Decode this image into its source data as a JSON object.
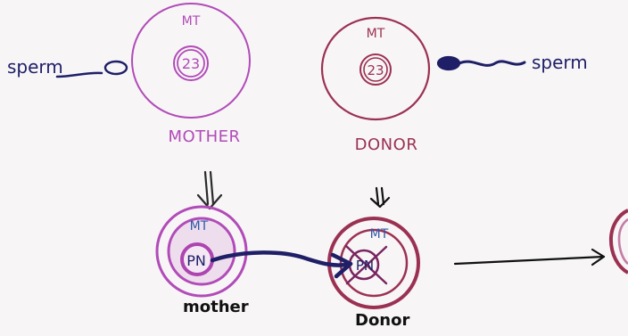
{
  "top_row": {
    "mother_egg": {
      "organelle_label": "MT",
      "nucleus_label": "23",
      "caption": "MOTHER"
    },
    "donor_egg": {
      "organelle_label": "MT",
      "nucleus_label": "23",
      "caption": "DONOR"
    },
    "left_sperm_label": "sperm",
    "right_sperm_label": "sperm"
  },
  "bottom_row": {
    "mother_cell": {
      "organelle_label": "MT",
      "nucleus_label": "PN",
      "caption": "mother"
    },
    "donor_cell": {
      "organelle_label": "MT",
      "nucleus_label": "PN",
      "caption": "Donor"
    }
  },
  "colors": {
    "mother_purple": "#b14bb8",
    "donor_maroon": "#9b3152",
    "ink_navy": "#1f1f67",
    "ink_dark": "#111111"
  }
}
